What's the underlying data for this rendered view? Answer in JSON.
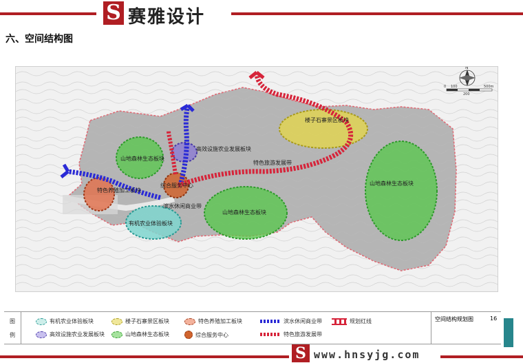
{
  "header": {
    "logo_letter": "S",
    "brand": "赛雅设计",
    "section_title": "六、空间结构图"
  },
  "map": {
    "zones": {
      "forest_left": "山地森林生态板块",
      "forest_mid": "山地森林生态板块",
      "forest_right": "山地森林生态板块",
      "facility_agri": "高效设施农业发展板块",
      "scenic": "楼子石寨景区板块",
      "breeding": "特色养殖加工板块",
      "service": "综合服务中心",
      "organic": "有机农业体验板块",
      "tourism_belt": "特色旅游发展带",
      "waterfront_belt": "滨水休闲商业带"
    },
    "north_label": "N",
    "scale_labels": [
      "0",
      "100",
      "200",
      "500m"
    ],
    "colors": {
      "forest": "#55c84a",
      "scenic": "#e4d64d",
      "breeding": "#e36f4a",
      "facility": "#8a78d6",
      "organic": "#7fd6cf",
      "service": "#d0642e",
      "boundary": "#e06a75",
      "blue_belt": "#2a2ad6",
      "red_belt": "#d6243a"
    }
  },
  "legend": {
    "label_top": "图",
    "label_bottom": "例",
    "items": {
      "organic": "有机农业体验板块",
      "scenic": "楼子石寨景区板块",
      "breeding": "特色养殖加工板块",
      "waterfront": "滨水休闲商业带",
      "redline": "规划红线",
      "facility": "高效设施农业发展板块",
      "forest": "山地森林生态板块",
      "service": "综合服务中心",
      "tourism": "特色旅游发展带"
    },
    "sheet_title": "空间结构规划图",
    "page_number": "16"
  },
  "footer": {
    "logo_letter": "S",
    "url": "www.hnsyjg.com"
  }
}
